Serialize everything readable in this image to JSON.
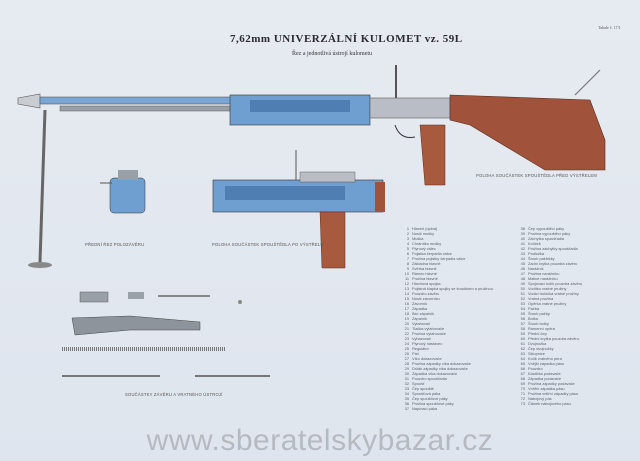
{
  "title": "7,62mm UNIVERZÁLNÍ KULOMET vz. 59L",
  "subtitle": "Řez a jednotlivá ústrojí kulometu",
  "stamp": "Tabule č. 17/1",
  "captions": {
    "front_section": "PŘEDNÍ ŘEZ POLOZÁVĚRU",
    "after_shot": "POLOHA SOUČÁSTEK SPOUŠTĚDLA PO VÝSTŘELU",
    "before_shot": "POLOHA SOUČÁSTEK SPOUŠTĚDLA PŘED VÝSTŘELEM",
    "bolt_parts": "SOUČÁSTKY ZÁVĚRU A VRATNÉHO ÚSTROJÍ"
  },
  "colors": {
    "metal_blue": "#6f9fd0",
    "wood": "#a0523a",
    "steel_gray": "#8d949c"
  },
  "legend_left": [
    {
      "n": "1",
      "t": "Hlaveň (úplná)"
    },
    {
      "n": "2",
      "t": "Nosič mušky"
    },
    {
      "n": "3",
      "t": "Muška"
    },
    {
      "n": "4",
      "t": "Chránítko mušky"
    },
    {
      "n": "5",
      "t": "Plynový válec"
    },
    {
      "n": "6",
      "t": "Pojistka čerpadla válce"
    },
    {
      "n": "7",
      "t": "Pružina pojistky čerpadla válce"
    },
    {
      "n": "8",
      "t": "Základna hlavně"
    },
    {
      "n": "9",
      "t": "Svěrka hlavně"
    },
    {
      "n": "10",
      "t": "Rámec hlavně"
    },
    {
      "n": "11",
      "t": "Pružina hlavně"
    },
    {
      "n": "12",
      "t": "Hlavňová spojka"
    },
    {
      "n": "13",
      "t": "Pojistná klapka spojky se šroubkem a pružinou"
    },
    {
      "n": "14",
      "t": "Pouzdro závěru"
    },
    {
      "n": "15",
      "t": "Nosič závorníku"
    },
    {
      "n": "16",
      "t": "Závorník"
    },
    {
      "n": "17",
      "t": "Západka"
    },
    {
      "n": "18",
      "t": "Bicí zápalník"
    },
    {
      "n": "19",
      "t": "Zápalník"
    },
    {
      "n": "20",
      "t": "Vytahovač"
    },
    {
      "n": "21",
      "t": "Tlačka vytahovače"
    },
    {
      "n": "22",
      "t": "Pružina vytahovače"
    },
    {
      "n": "23",
      "t": "Vyhazovač"
    },
    {
      "n": "24",
      "t": "Plynový nástavec"
    },
    {
      "n": "25",
      "t": "Regulátor"
    },
    {
      "n": "26",
      "t": "Píst"
    },
    {
      "n": "27",
      "t": "Víko dokazovače"
    },
    {
      "n": "28",
      "t": "Pružina západky víka dokazovače"
    },
    {
      "n": "29",
      "t": "Držák západky víka dokazovače"
    },
    {
      "n": "30",
      "t": "Západka víka dokazovače"
    },
    {
      "n": "31",
      "t": "Pouzdro spoušťadla"
    },
    {
      "n": "32",
      "t": "Spoušť"
    },
    {
      "n": "33",
      "t": "Čep spouště"
    },
    {
      "n": "34",
      "t": "Spoušťová páka"
    },
    {
      "n": "35",
      "t": "Čep spoušťové páky"
    },
    {
      "n": "36",
      "t": "Pružina spoušťové páky"
    },
    {
      "n": "37",
      "t": "Napínací páka"
    }
  ],
  "legend_right": [
    {
      "n": "38",
      "t": "Čep vypouštěcí páky"
    },
    {
      "n": "39",
      "t": "Pružina vypouštěcí páky"
    },
    {
      "n": "40",
      "t": "Záchytka spoušťadla"
    },
    {
      "n": "41",
      "t": "Kolíček"
    },
    {
      "n": "42",
      "t": "Pružina záchytky spoušťadla"
    },
    {
      "n": "43",
      "t": "Podložka"
    },
    {
      "n": "44",
      "t": "Šroub pažbičky"
    },
    {
      "n": "45",
      "t": "Zadní krytka pouzdra závěru"
    },
    {
      "n": "46",
      "t": "Narážník"
    },
    {
      "n": "47",
      "t": "Pružina narážníku"
    },
    {
      "n": "48",
      "t": "Matice narážníku"
    },
    {
      "n": "49",
      "t": "Spojovací kolík pouzdra závěru"
    },
    {
      "n": "50",
      "t": "Vodítko vratné pružiny"
    },
    {
      "n": "51",
      "t": "Vodicí trubička vratné pružiny"
    },
    {
      "n": "52",
      "t": "Vratná pružina"
    },
    {
      "n": "53",
      "t": "Opěrka vratné pružiny"
    },
    {
      "n": "54",
      "t": "Pažba"
    },
    {
      "n": "55",
      "t": "Šroub pažby"
    },
    {
      "n": "56",
      "t": "Botka"
    },
    {
      "n": "57",
      "t": "Šroub botky"
    },
    {
      "n": "58",
      "t": "Ramenní opěra"
    },
    {
      "n": "59",
      "t": "Přední čep"
    },
    {
      "n": "60",
      "t": "Přední krytka pouzdra závěru"
    },
    {
      "n": "61",
      "t": "Dvojnožka"
    },
    {
      "n": "62",
      "t": "Čep dvojnožky"
    },
    {
      "n": "63",
      "t": "Sklopnice"
    },
    {
      "n": "64",
      "t": "Kolík vratného pera"
    },
    {
      "n": "65",
      "t": "Vnější západka pásu"
    },
    {
      "n": "66",
      "t": "Pouzdro"
    },
    {
      "n": "67",
      "t": "Kladička podavače"
    },
    {
      "n": "68",
      "t": "Západka podavače"
    },
    {
      "n": "69",
      "t": "Pružina západky podavače"
    },
    {
      "n": "70",
      "t": "Vnitřní západka pásu"
    },
    {
      "n": "71",
      "t": "Pružina vnitřní západky pásu"
    },
    {
      "n": "72",
      "t": "Nábojový pás"
    },
    {
      "n": "73",
      "t": "Článek nábojového pásu"
    }
  ],
  "watermark": "www.sberatelskybazar.cz"
}
